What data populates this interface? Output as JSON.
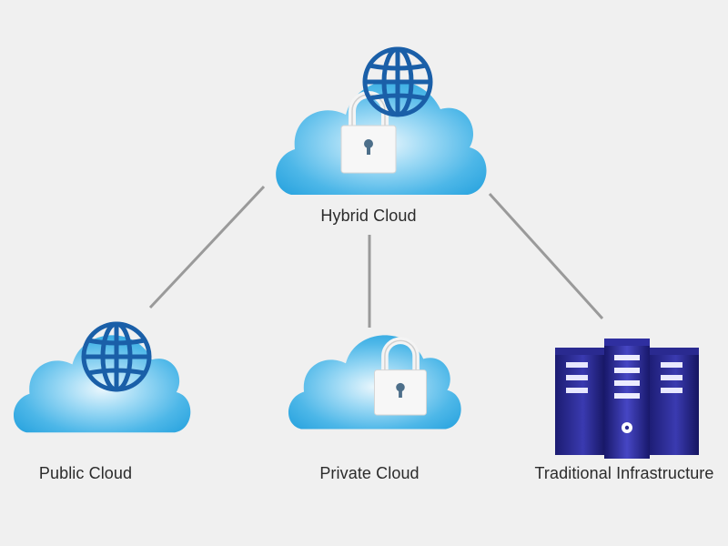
{
  "nodes": {
    "hybrid": {
      "label": "Hybrid Cloud",
      "icon": "cloud-icon",
      "badges": [
        "globe-icon",
        "padlock-icon"
      ]
    },
    "public": {
      "label": "Public Cloud",
      "icon": "cloud-icon",
      "badges": [
        "globe-icon"
      ]
    },
    "private": {
      "label": "Private Cloud",
      "icon": "cloud-icon",
      "badges": [
        "padlock-icon"
      ]
    },
    "traditional": {
      "label": "Traditional Infrastructure",
      "icon": "server-rack-icon"
    }
  },
  "connections": [
    {
      "from": "hybrid",
      "to": "public"
    },
    {
      "from": "hybrid",
      "to": "private"
    },
    {
      "from": "hybrid",
      "to": "traditional"
    }
  ],
  "colors": {
    "background": "#f0f0f0",
    "cloud_light": "#eaf7fd",
    "cloud_mid": "#7fcdf0",
    "cloud_dark": "#2ea6e0",
    "globe": "#1a5fa8",
    "padlock": "#f7f7f7",
    "server_dark": "#1a1a6e",
    "server_mid": "#3f3fb8",
    "connector": "#9a9a9a",
    "label": "#2b2b2b"
  }
}
